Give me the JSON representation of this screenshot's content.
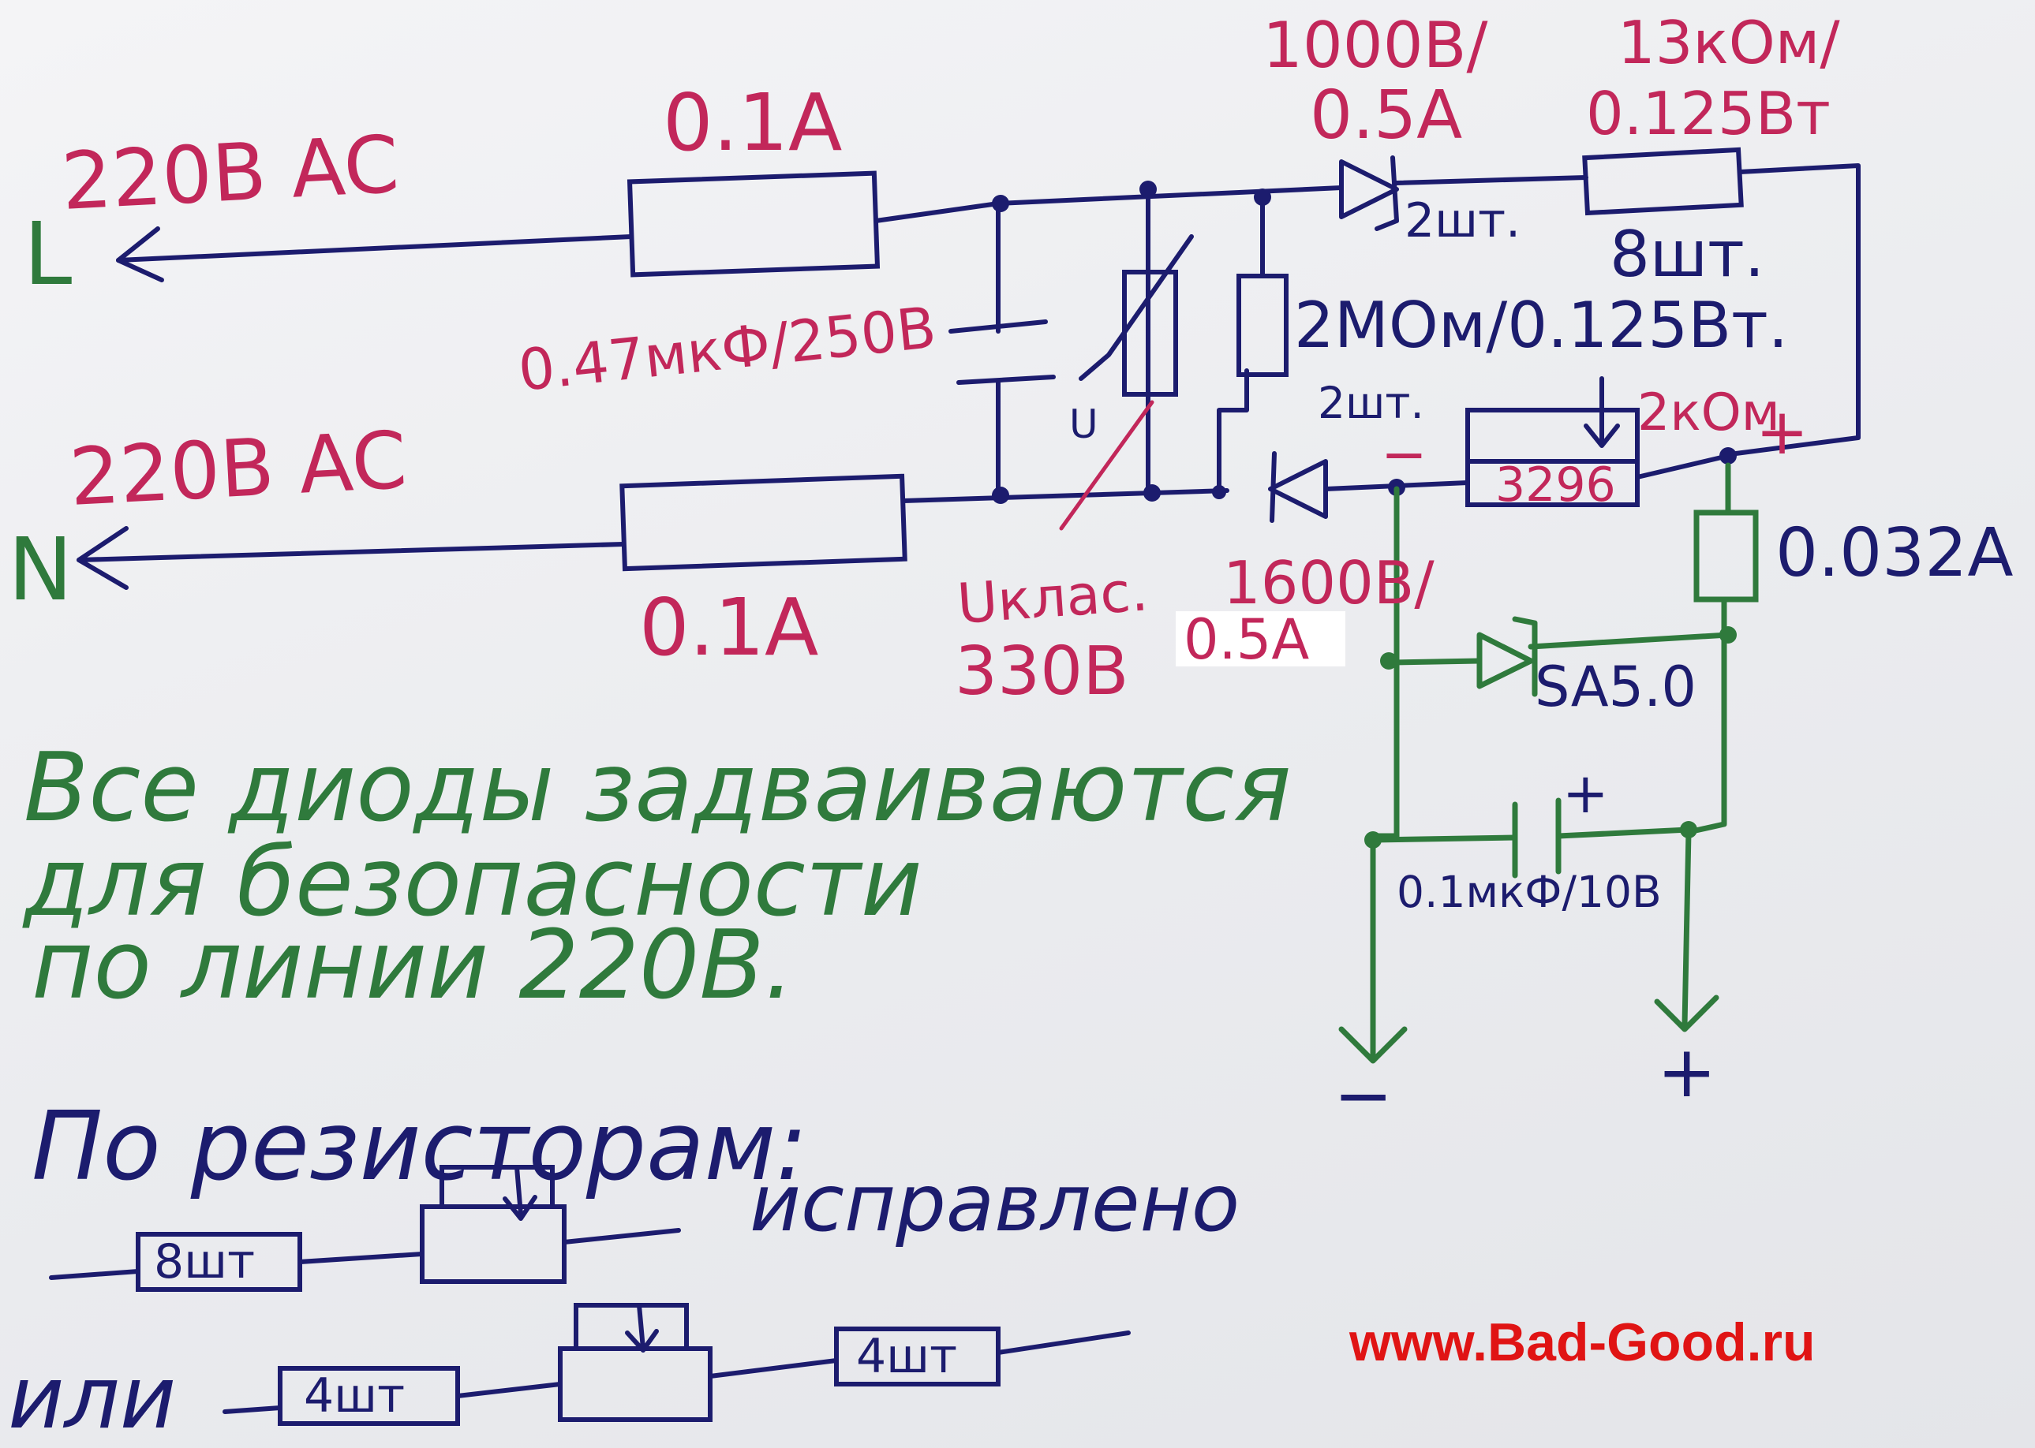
{
  "schematic": {
    "input_l_voltage": "220В AC",
    "input_l_terminal": "L",
    "input_n_voltage": "220В AC",
    "input_n_terminal": "N",
    "fuse_l_rating": "0.1A",
    "fuse_n_rating": "0.1A",
    "capacitor_x_rating": "0.47мкФ/250В",
    "varistor_symbol": "U",
    "varistor_voltage_line1": "Uклас.",
    "varistor_voltage_line2": "330В",
    "diode_top_rating_line1": "1000В/",
    "diode_top_rating_line2": "0.5A",
    "diode_top_count": "2шт.",
    "resistor_top_rating_line1": "13кОм/",
    "resistor_top_rating_line2": "0.125Вт",
    "resistor_top_count": "8шт.",
    "discharge_resistor_rating": "2МОм/0.125Вт.",
    "diode_bottom_count": "2шт.",
    "diode_bottom_rating_line1": "1600В/",
    "diode_bottom_rating_line2": "0.5A",
    "trimmer_rating": "2кОм",
    "trimmer_model": "3296",
    "dc_minus_mark": "−",
    "dc_plus_mark": "+",
    "fuse_dc_rating": "0.032A",
    "tvs_model": "SA5.0",
    "output_cap_polarity": "+",
    "output_cap_rating": "0.1мкФ/10В",
    "output_minus": "−",
    "output_plus": "+"
  },
  "notes": {
    "line1": "Все диоды задваиваются",
    "line2": "для безопасности",
    "line3": "по линии 220В."
  },
  "resistor_notes": {
    "heading": "По резисторам:",
    "variant1_count": "8шт",
    "variant1_status": "исправлено",
    "variant2_prefix": "или",
    "variant2_count_a": "4шт",
    "variant2_count_b": "4шт"
  },
  "watermark": "www.Bad-Good.ru",
  "colors": {
    "ink_blue": "#1c1c6e",
    "ink_green": "#2f7a3c",
    "ink_red": "#c2275a",
    "watermark_red": "#e01414",
    "paper": "#eeeff2"
  }
}
